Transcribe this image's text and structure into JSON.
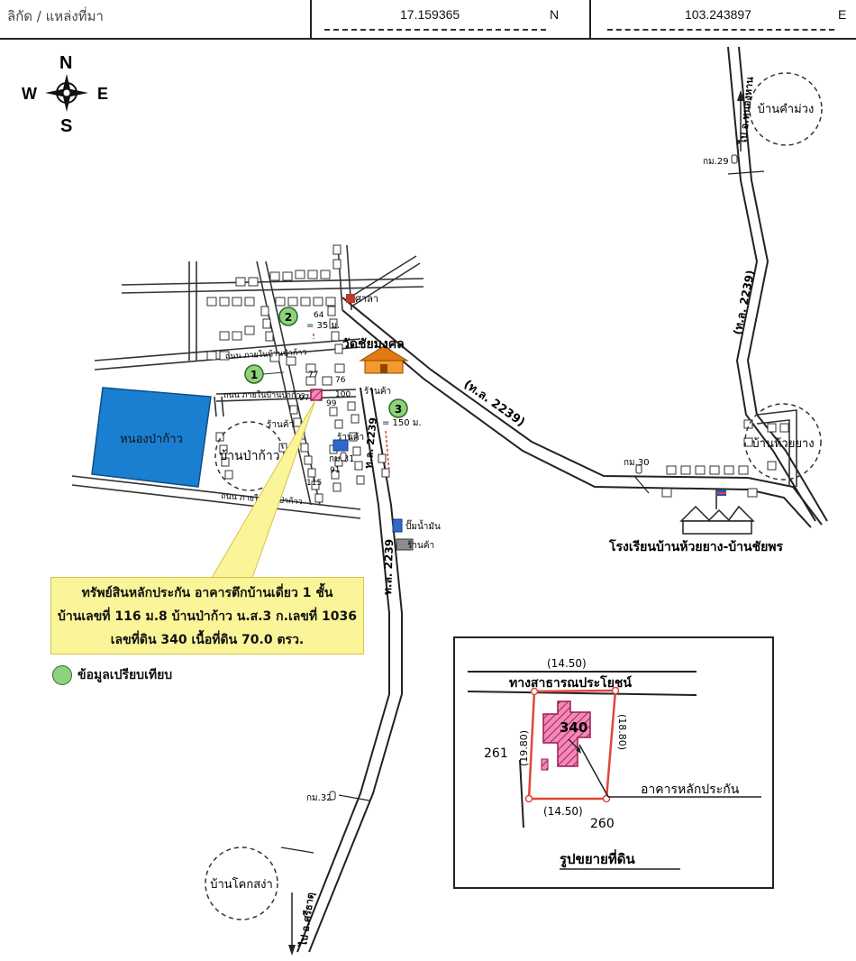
{
  "header": {
    "location_label": "ลิกัด / แหล่งที่มา",
    "lat_value": "17.159365",
    "lat_unit": "N",
    "lon_value": "103.243897",
    "lon_unit": "E"
  },
  "compass": {
    "n": "N",
    "s": "S",
    "e": "E",
    "w": "W"
  },
  "labels": {
    "pond": "หนองป่าก้าว",
    "village_pakao": "บ้านป่าก้าว",
    "village_khammuang": "บ้านคำม่วง",
    "village_huaiyang": "บ้านห้วยยาง",
    "village_khoksong": "บ้านโคกสง่า",
    "temple": "วัดชัยมงคล",
    "sala": "ศาลา",
    "shop_1": "ร้านค้า",
    "shop_2": "ร้านค้า",
    "shop_3": "ร้านค้า",
    "shop_4": "ร้านค้า",
    "gas_station": "ปั๊มน้ำมัน",
    "school": "โรงเรียนบ้านห้วยยาง-บ้านชัยพร",
    "road_2239_a": "(ท.ล. 2239)",
    "road_2239_b": "(ท.ล. 2239)",
    "road_2239_c": "ท.ล. 2239",
    "road_2239_d": "ท.ล. 2239",
    "to_nonghan": "ไป อ.หนองหาน",
    "to_sriyat": "ไป อ.ศรีธาตุ",
    "km29": "กม.29",
    "km30": "กม.30",
    "km31": "กม.31",
    "km32": "กม.32",
    "street_1": "ถนน ภายในบ้านป่าก้าว",
    "street_2": "ถนน ภายในบ้านป่าก้าว",
    "street_3": "ถนน ภายในบ้านป่าก้าว",
    "dist_2": "= 35 ม.",
    "dist_3": "= 150 ม.",
    "num_64": "64",
    "num_77": "77",
    "num_76": "76",
    "num_97": "97",
    "num_99": "99",
    "num_100": "100",
    "num_91": "91",
    "num_115": "115"
  },
  "comparables": [
    {
      "id": "1"
    },
    {
      "id": "2"
    },
    {
      "id": "3"
    }
  ],
  "note": {
    "line1": "ทรัพย์สินหลักประกัน อาคารตึกบ้านเดี่ยว 1 ชั้น",
    "line2": "บ้านเลขที่ 116 ม.8 บ้านป่าก้าว น.ส.3 ก.เลขที่ 1036",
    "line3": "เลขที่ดิน 340  เนื้อที่ดิน 70.0 ตรว."
  },
  "legend": {
    "label": "ข้อมูลเปรียบเทียบ"
  },
  "inset": {
    "road": "ทางสาธารณประโยชน์",
    "top_dim": "(14.50)",
    "bottom_dim": "(14.50)",
    "left_dim": "(19.80)",
    "right_dim": "(18.80)",
    "parcel": "340",
    "left_neighbor": "261",
    "bottom_neighbor": "260",
    "building": "อาคารหลักประกัน",
    "caption": "รูปขยายที่ดิน"
  },
  "colors": {
    "pond": "#1a7fd0",
    "note_bg": "#fbf59a",
    "comparable": "#8fd17d",
    "building": "#e04a8a",
    "parcel_line": "#e0473a"
  }
}
